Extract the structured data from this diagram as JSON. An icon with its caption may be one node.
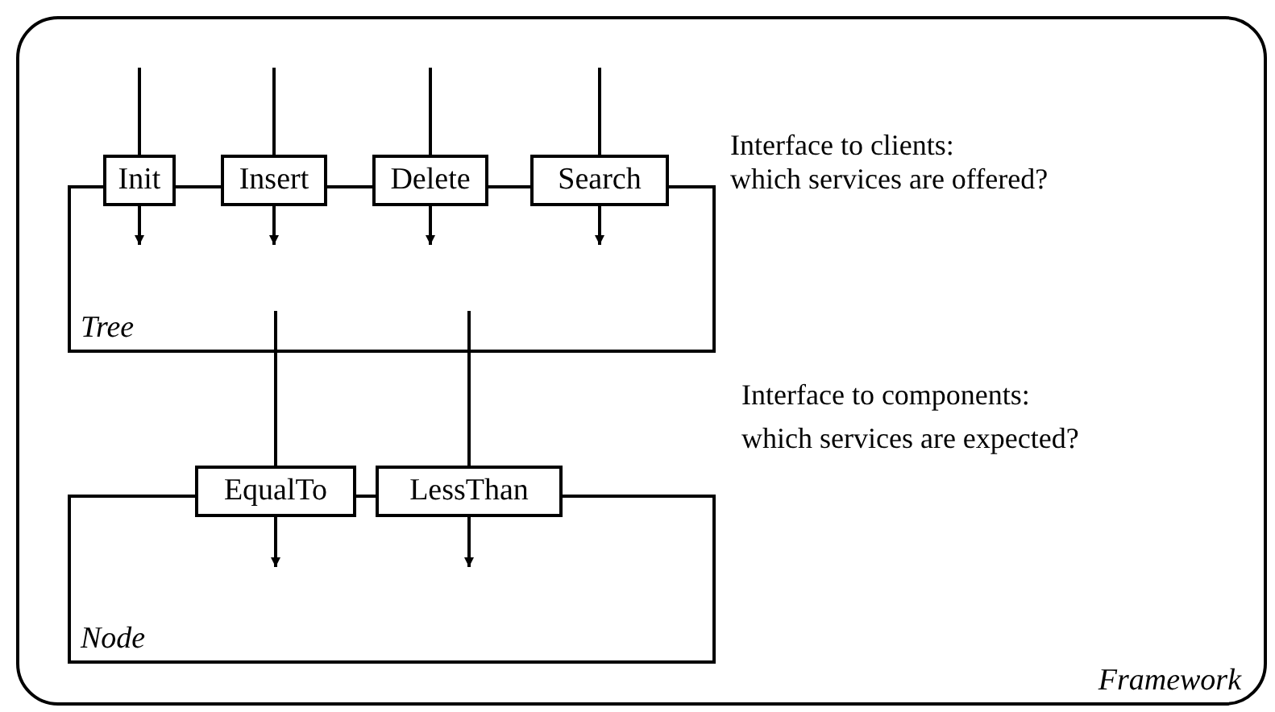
{
  "diagram": {
    "nodes": [
      {
        "text": [
          "Framework"
        ]
      },
      {
        "text": [
          "Tree"
        ],
        "in": 0
      },
      {
        "text": [
          "Init"
        ],
        "in": 0
      },
      {
        "text": [
          "Insert"
        ],
        "in": 0
      },
      {
        "text": [
          "Delete"
        ],
        "in": 0
      },
      {
        "text": [
          "Search"
        ],
        "in": 0
      },
      {
        "text": [
          "Node"
        ],
        "in": 0
      },
      {
        "text": [
          "EqualTo"
        ],
        "in": 0
      },
      {
        "text": [
          "LessThan"
        ],
        "in": 0
      }
    ],
    "edges": [
      {
        "from": null,
        "to": 2,
        "arrow": "none"
      },
      {
        "from": 2,
        "to": 1,
        "arrow": "to"
      },
      {
        "from": null,
        "to": 3,
        "arrow": "none"
      },
      {
        "from": 3,
        "to": 1,
        "arrow": "to"
      },
      {
        "from": null,
        "to": 4,
        "arrow": "none"
      },
      {
        "from": 4,
        "to": 1,
        "arrow": "to"
      },
      {
        "from": null,
        "to": 5,
        "arrow": "none"
      },
      {
        "from": 5,
        "to": 1,
        "arrow": "to"
      },
      {
        "from": 1,
        "to": 7,
        "arrow": "none"
      },
      {
        "from": 7,
        "to": 6,
        "arrow": "to"
      },
      {
        "from": 1,
        "to": 8,
        "arrow": "none"
      },
      {
        "from": 8,
        "to": 6,
        "arrow": "to"
      }
    ],
    "labels": [
      "Interface to clients:",
      "which services are offered?",
      "Interface to components:",
      "which services are expected?"
    ]
  }
}
